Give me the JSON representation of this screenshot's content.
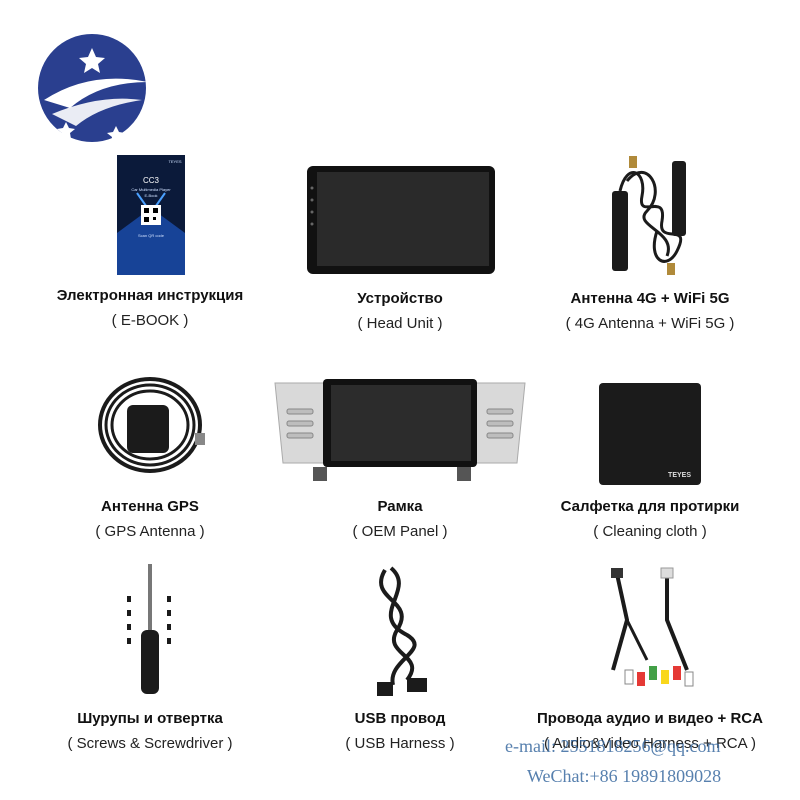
{
  "items": [
    {
      "title": "Электронная инструкция",
      "subtitle": "( E-BOOK )"
    },
    {
      "title": "Устройство",
      "subtitle": "( Head Unit )"
    },
    {
      "title": "Антенна 4G + WiFi 5G",
      "subtitle": "( 4G Antenna + WiFi 5G )"
    },
    {
      "title": "Антенна GPS",
      "subtitle": "( GPS Antenna )"
    },
    {
      "title": "Рамка",
      "subtitle": "( OEM Panel )"
    },
    {
      "title": "Салфетка для протирки",
      "subtitle": "( Cleaning cloth )"
    },
    {
      "title": "Шурупы и отвертка",
      "subtitle": "( Screws & Screwdriver )"
    },
    {
      "title": "USB провод",
      "subtitle": "( USB Harness )"
    },
    {
      "title": "Провода аудио и видео + RCA",
      "subtitle": "( Audio&Video Harness + RCA )"
    }
  ],
  "ebook": {
    "title": "CC3",
    "line1": "Car Multimedia Player",
    "line2": "E-Book",
    "scan": "Scan QR code",
    "brand": "TEYES"
  },
  "cloth_brand": "TEYES",
  "watermark": {
    "email": "e-mail: 2551818256@qq.com",
    "wechat": "WeChat:+86  19891809028"
  },
  "colors": {
    "logo_blue": "#2a3f8f",
    "ebook_bg": "#0b1a3a",
    "dark": "#1b1b1b"
  }
}
